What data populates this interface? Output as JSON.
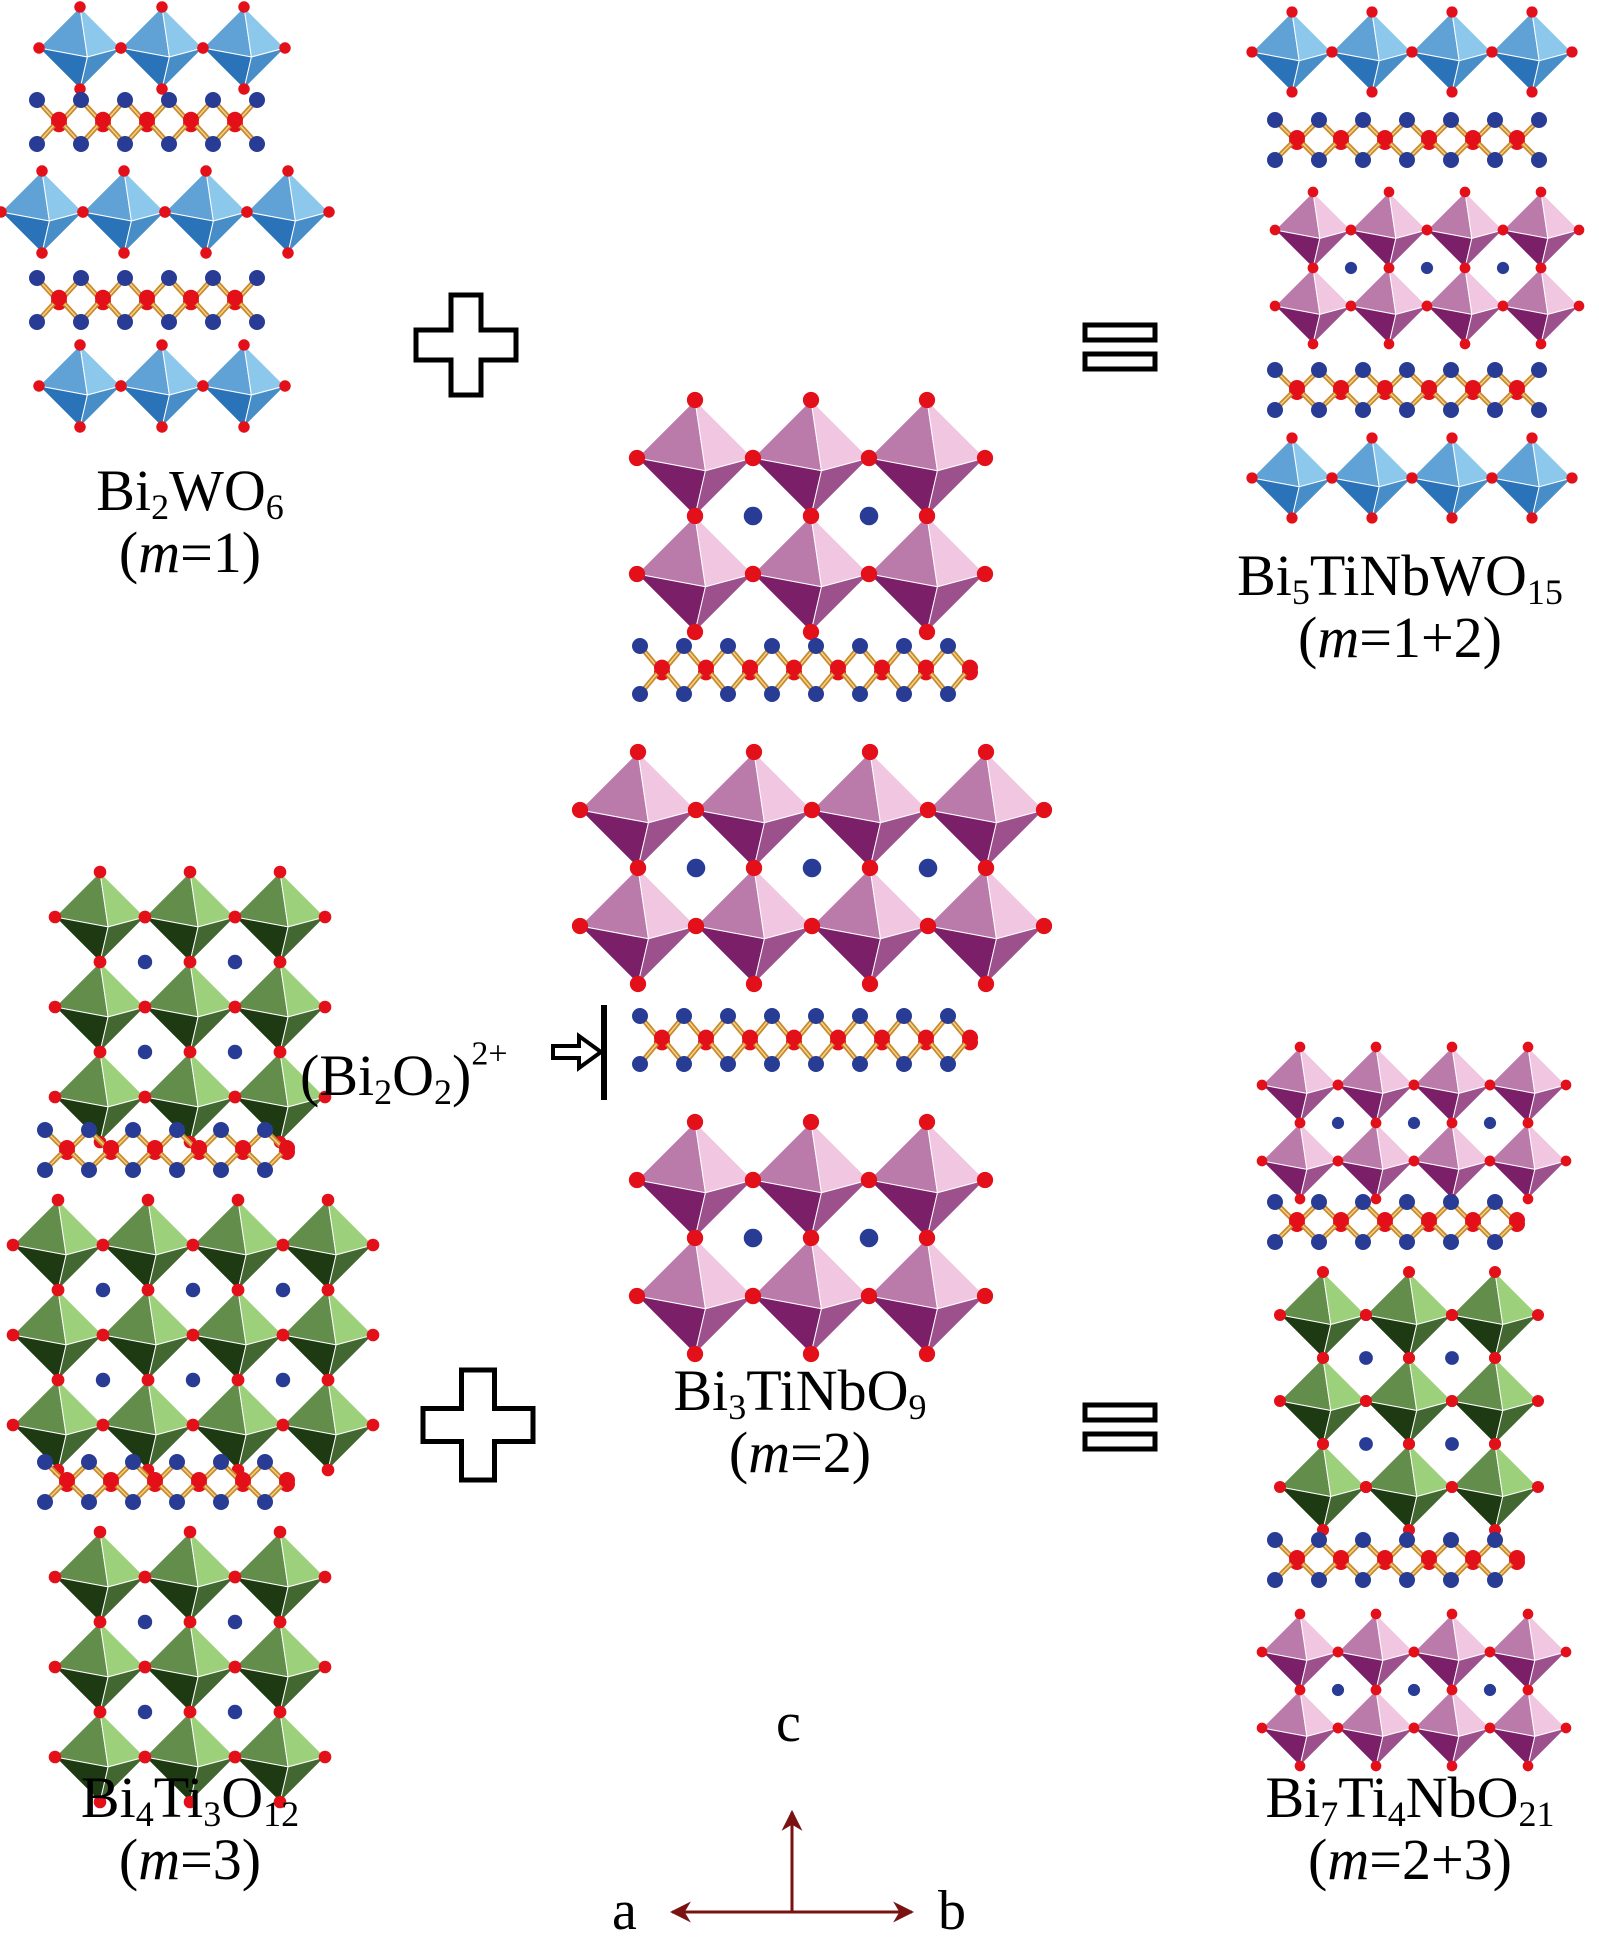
{
  "colors": {
    "bi2wo6_light": "#8cc8ec",
    "bi2wo6_dark": "#2a73b8",
    "m2_light": "#f0c6e0",
    "m2_dark": "#7a1f68",
    "m3_light": "#9cd07a",
    "m3_dark": "#1d3a12",
    "oxygen": "#e3101a",
    "bismuth": "#283c96",
    "bond": "#c98a2a",
    "axis": "#7b1212"
  },
  "structures": {
    "bi2wo6": {
      "pre": "Bi",
      "s1": "2",
      "mid": "WO",
      "s2": "6",
      "post": "",
      "s3": "",
      "m_open": "(",
      "m_var": "m",
      "m_val": "=1)"
    },
    "bi3tinbo9": {
      "pre": "Bi",
      "s1": "3",
      "mid": "TiNbO",
      "s2": "9",
      "post": "",
      "s3": "",
      "m_open": "(",
      "m_var": "m",
      "m_val": "=2)"
    },
    "bi4ti3o12": {
      "pre": "Bi",
      "s1": "4",
      "mid": "Ti",
      "s2": "3",
      "post": "O",
      "s3": "12",
      "m_open": "(",
      "m_var": "m",
      "m_val": "=3)"
    },
    "bi5tinbwo15": {
      "pre": "Bi",
      "s1": "5",
      "mid": "TiNbWO",
      "s2": "15",
      "post": "",
      "s3": "",
      "m_open": "(",
      "m_var": "m",
      "m_val": "=1+2)"
    },
    "bi7ti4nbo21": {
      "pre": "Bi",
      "s1": "7",
      "mid": "Ti",
      "s2": "4",
      "post": "NbO",
      "s3": "21",
      "m_open": "(",
      "m_var": "m",
      "m_val": "=2+3)"
    }
  },
  "layer_label": {
    "open": "(Bi",
    "s1": "2",
    "mid": "O",
    "s2": "2",
    "close": ")",
    "charge": "2+"
  },
  "operators": {
    "plus": "plus-sign",
    "equals": "equals-sign",
    "arrow": "hollow-arrow-right"
  },
  "axes": {
    "c": "c",
    "a": "a",
    "b": "b"
  }
}
